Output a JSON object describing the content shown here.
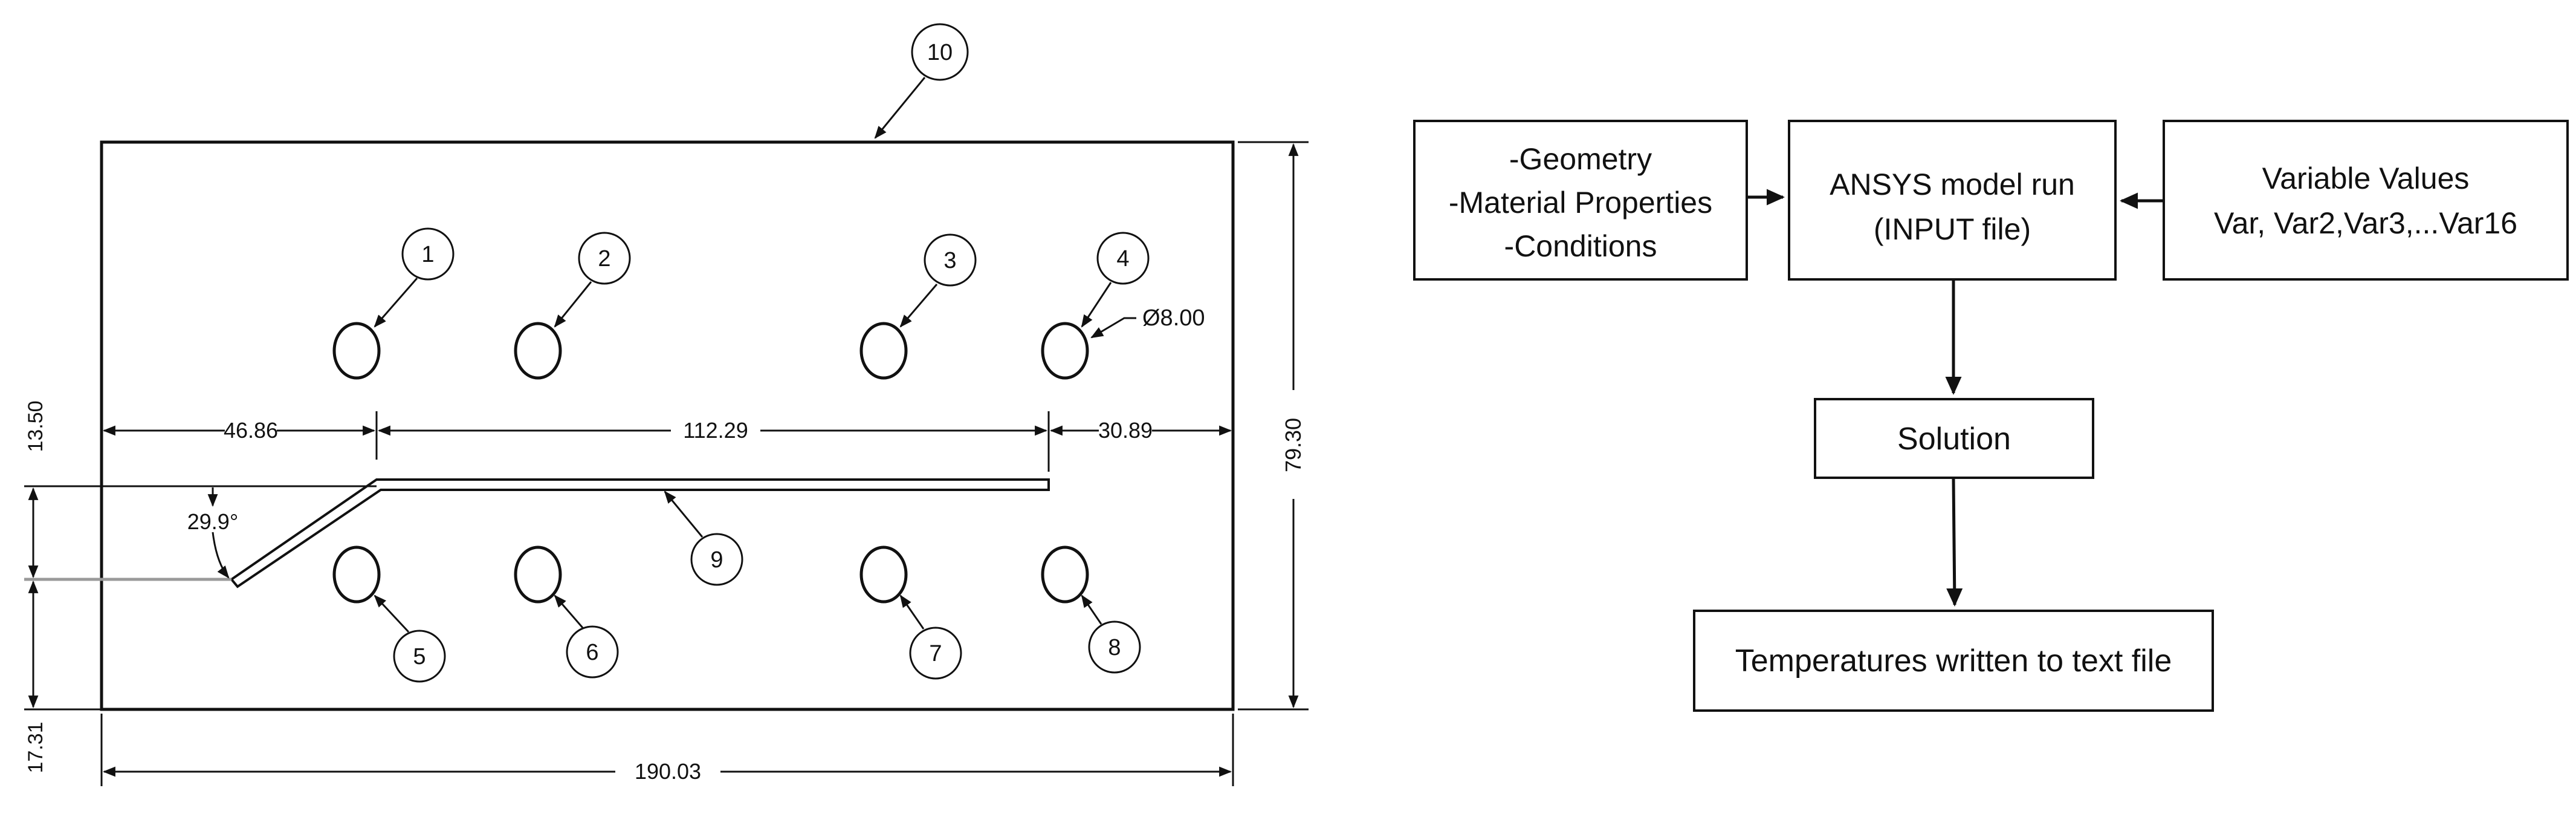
{
  "drawing": {
    "callouts": [
      "1",
      "2",
      "3",
      "4",
      "5",
      "6",
      "7",
      "8",
      "9",
      "10"
    ],
    "dimensions": {
      "left_span": "46.86",
      "middle_span": "112.29",
      "right_span": "30.89",
      "total_width": "190.03",
      "height": "79.30",
      "upper_left": "13.50",
      "lower_left": "17.31",
      "hole_diameter": "Ø8.00",
      "angle": "29.9°"
    }
  },
  "flowchart": {
    "inputs_box": [
      "-Geometry",
      "-Material Properties",
      "-Conditions"
    ],
    "model_box": [
      "ANSYS model run",
      "(INPUT file)"
    ],
    "variables_box": [
      "Variable Values",
      "Var, Var2,Var3,...Var16"
    ],
    "solution_box": [
      "Solution"
    ],
    "output_box": [
      "Temperatures written to text file"
    ]
  }
}
